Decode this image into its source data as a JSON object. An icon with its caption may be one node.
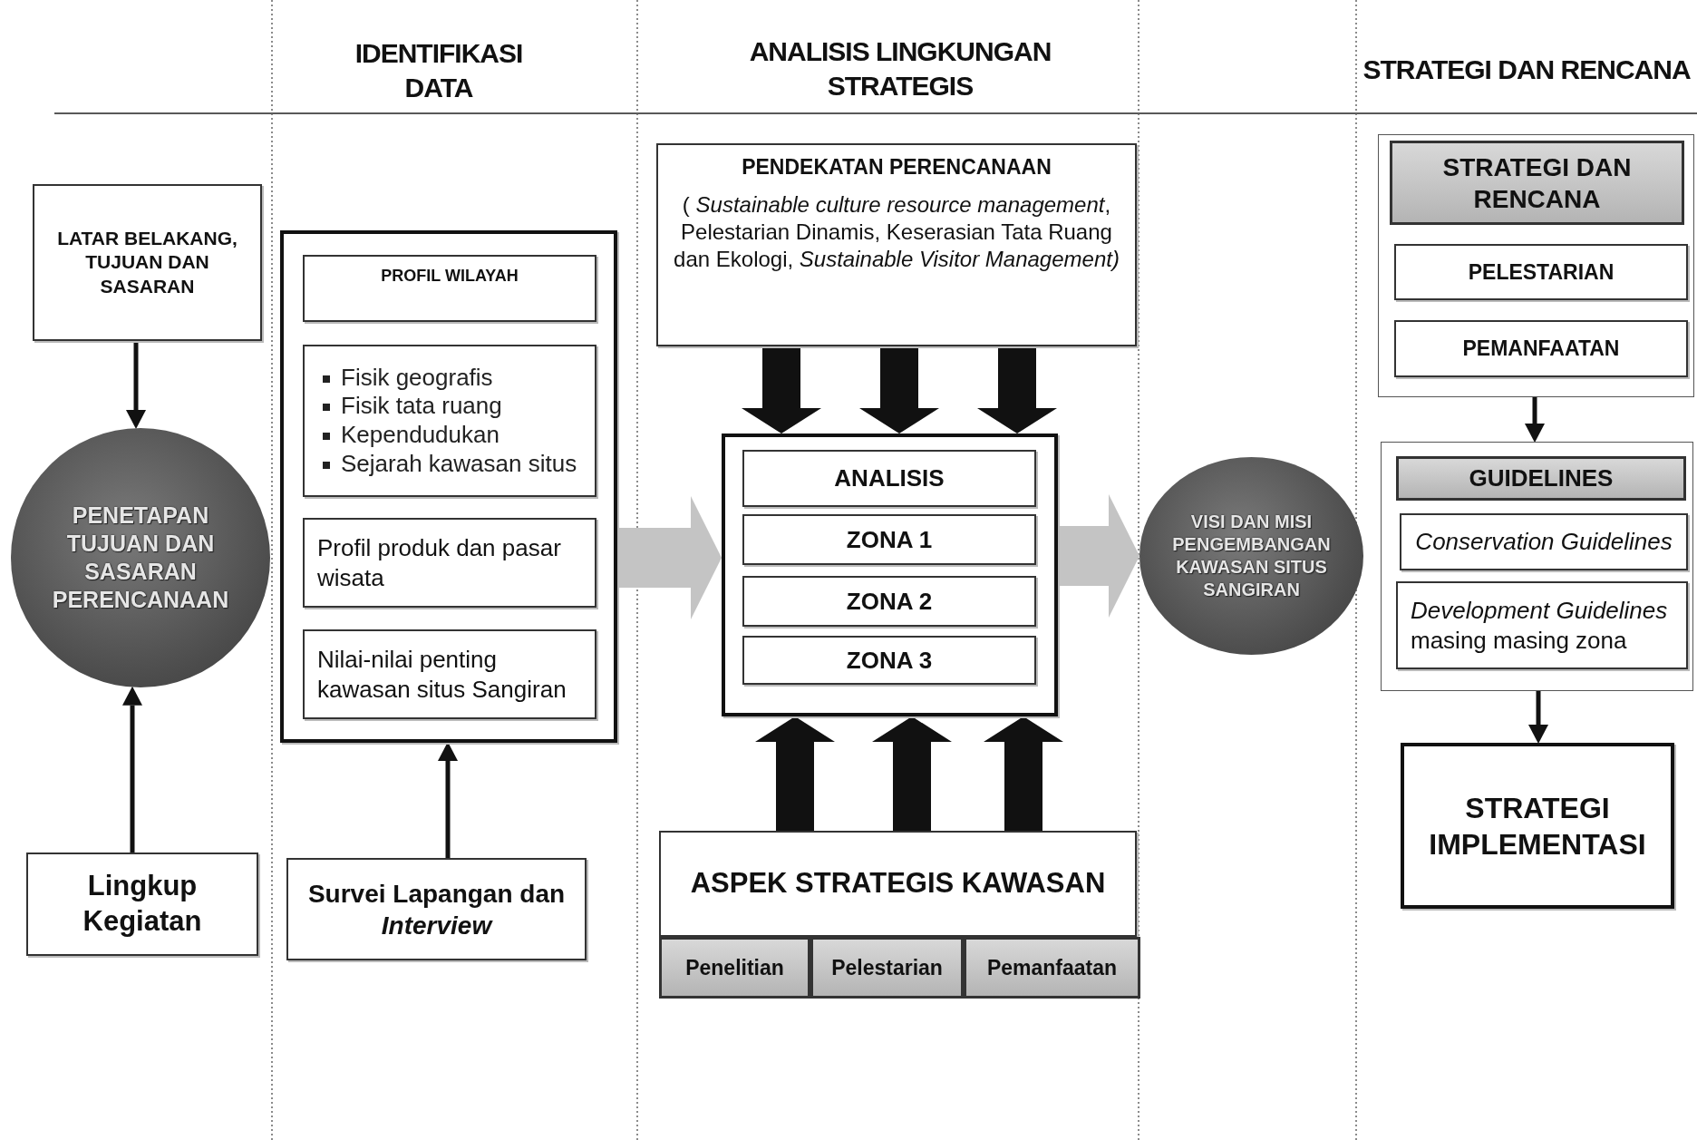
{
  "diagram": {
    "nodes": [
      {
        "text": [
          "LATAR BELAKANG, TUJUAN DAN SASARAN"
        ]
      },
      {
        "text": [
          "PENETAPAN TUJUAN DAN SASARAN PERENCANAAN"
        ]
      },
      {
        "text": [
          "Lingkup Kegiatan"
        ]
      },
      {
        "text": [],
        "shape": "box"
      },
      {
        "text": [
          "PROFIL WILAYAH"
        ],
        "in": 3
      },
      {
        "text": [
          "Fisik geografis",
          "Fisik tata ruang",
          "Kependudukan",
          "Sejarah kawasan situs"
        ],
        "in": 3
      },
      {
        "text": [
          "Profil produk dan pasar wisata"
        ],
        "in": 3
      },
      {
        "text": [
          "Nilai-nilai penting kawasan situs Sangiran"
        ],
        "in": 3
      },
      {
        "text": [
          "Survei Lapangan dan *Interview*"
        ]
      },
      {
        "text": [
          "PENDEKATAN PERENCANAAN",
          "( *Sustainable culture resource management*, Pelestarian Dinamis, Keserasian Tata Ruang dan Ekologi, *Sustainable Visitor Management)*"
        ]
      },
      {
        "text": [],
        "shape": "box"
      },
      {
        "text": [
          "ANALISIS"
        ],
        "in": 10
      },
      {
        "text": [
          "ZONA 1"
        ],
        "in": 10
      },
      {
        "text": [
          "ZONA 2"
        ],
        "in": 10
      },
      {
        "text": [
          "ZONA 3"
        ],
        "in": 10
      },
      {
        "text": [
          "ASPEK STRATEGIS KAWASAN"
        ]
      },
      {
        "text": [
          "Penelitian"
        ]
      },
      {
        "text": [
          "Pelestarian"
        ]
      },
      {
        "text": [
          "Pemanfaatan"
        ]
      },
      {
        "text": [
          "VISI DAN MISI PENGEMBANGAN KAWASAN SITUS SANGIRAN"
        ]
      },
      {
        "text": [],
        "shape": "box"
      },
      {
        "text": [
          "STRATEGI DAN RENCANA"
        ],
        "in": 20
      },
      {
        "text": [
          "PELESTARIAN"
        ],
        "in": 20
      },
      {
        "text": [
          "PEMANFAATAN"
        ],
        "in": 20
      },
      {
        "text": [],
        "shape": "box"
      },
      {
        "text": [
          "GUIDELINES"
        ],
        "in": 24
      },
      {
        "text": [
          "Conservation Guidelines"
        ],
        "in": 24
      },
      {
        "text": [
          "*Development Guidelines* masing masing zona"
        ],
        "in": 24
      },
      {
        "text": [
          "STRATEGI IMPLEMENTASI"
        ]
      }
    ],
    "edges": [
      {
        "from": 0,
        "to": 1,
        "arrow": "to"
      },
      {
        "from": 2,
        "to": 1,
        "arrow": "to"
      },
      {
        "from": 8,
        "to": 3,
        "arrow": "to"
      },
      {
        "from": 9,
        "to": 10,
        "arrow": "to",
        "style": "thick"
      },
      {
        "from": 9,
        "to": 10,
        "arrow": "to",
        "style": "thick"
      },
      {
        "from": 9,
        "to": 10,
        "arrow": "to",
        "style": "thick"
      },
      {
        "from": 15,
        "to": 10,
        "arrow": "to",
        "style": "thick"
      },
      {
        "from": 15,
        "to": 10,
        "arrow": "to",
        "style": "thick"
      },
      {
        "from": 15,
        "to": 10,
        "arrow": "to",
        "style": "thick"
      },
      {
        "from": 3,
        "to": 10,
        "arrow": "to",
        "style": "thick",
        "color": "#c4c4c4"
      },
      {
        "from": 10,
        "to": 19,
        "arrow": "to",
        "style": "thick",
        "color": "#c4c4c4"
      },
      {
        "from": 20,
        "to": 24,
        "arrow": "to"
      },
      {
        "from": 24,
        "to": 28,
        "arrow": "to"
      }
    ],
    "labels": [
      "IDENTIFIKASI DATA",
      "ANALISIS LINGKUNGAN STRATEGIS",
      "STRATEGI DAN RENCANA"
    ]
  }
}
